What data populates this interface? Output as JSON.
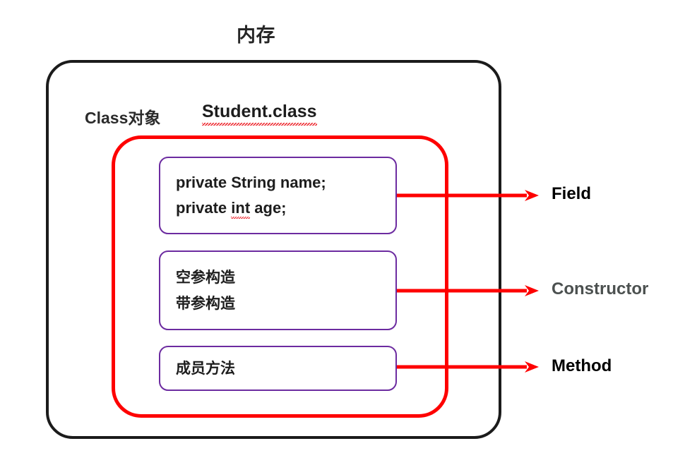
{
  "diagram": {
    "title": "内存",
    "outer_box_name": "memory",
    "labels": {
      "class_object": "Class对象",
      "class_file": "Student.class"
    },
    "colors": {
      "outer_border": "#1b1b1b",
      "class_border": "#fe0000",
      "member_border": "#6c2ba0",
      "arrow": "#fe0000",
      "text": "#1d1d1d",
      "constructor_label": "#4c5150",
      "spellcheck_squiggle": "#ec1c24"
    },
    "members": [
      {
        "box_name": "field-box",
        "lines": [
          {
            "text": "private String name;",
            "spellcheck_word": ""
          },
          {
            "prefix": "private ",
            "spellcheck_word": "int",
            "suffix": " age;"
          }
        ],
        "arrow_label": "Field",
        "arrow_label_color": "#000000"
      },
      {
        "box_name": "constructor-box",
        "lines": [
          {
            "text": "空参构造",
            "spellcheck_word": ""
          },
          {
            "text": "带参构造",
            "spellcheck_word": ""
          }
        ],
        "arrow_label": "Constructor",
        "arrow_label_color": "#4c5150"
      },
      {
        "box_name": "method-box",
        "lines": [
          {
            "text": "成员方法",
            "spellcheck_word": ""
          }
        ],
        "arrow_label": "Method",
        "arrow_label_color": "#000000"
      }
    ]
  }
}
